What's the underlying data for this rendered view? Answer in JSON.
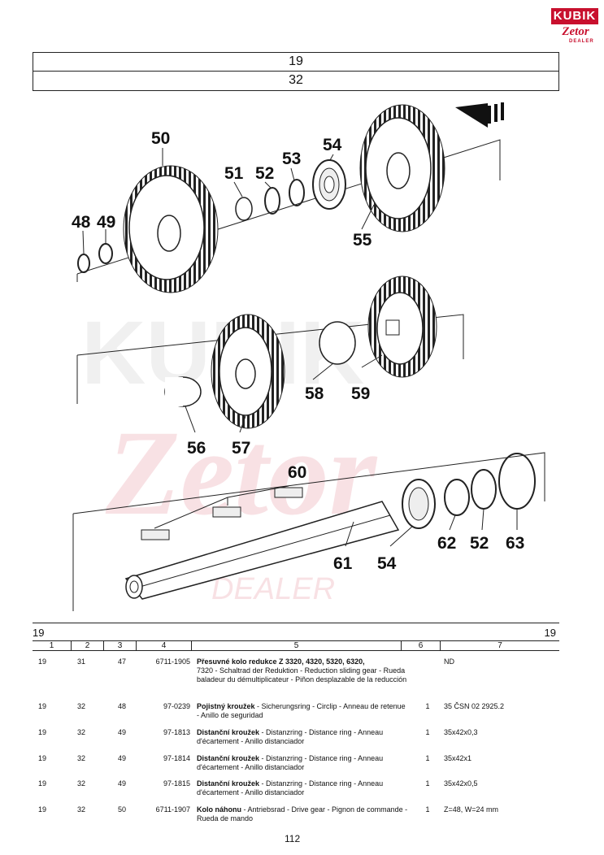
{
  "logo": {
    "brand": "KUBIK",
    "sub": "Zetor",
    "tag": "DEALER"
  },
  "header": {
    "group": "19",
    "subgroup": "32"
  },
  "callouts": [
    "50",
    "51",
    "52",
    "53",
    "54",
    "55",
    "48",
    "49",
    "56",
    "57",
    "58",
    "59",
    "60",
    "61",
    "54",
    "62",
    "52",
    "63"
  ],
  "watermark": {
    "text": "DEALER"
  },
  "table": {
    "group_left": "19",
    "group_right": "19",
    "columns": [
      "1",
      "2",
      "3",
      "4",
      "5",
      "6",
      "7"
    ],
    "rows": [
      {
        "c1": "19",
        "c2": "31",
        "c3": "47",
        "c4": "6711-1905",
        "name": "Přesuvné kolo redukce Z 3320, 4320, 5320, 6320,",
        "desc": "7320 - Schaltrad der Reduktion - Reduction sliding gear - Rueda baladeur du démultiplicateur - Piñon desplazable de la reducción",
        "qty": "",
        "note": "ND"
      },
      {
        "c1": "19",
        "c2": "32",
        "c3": "48",
        "c4": "97-0239",
        "name": "Pojistný kroužek",
        "desc": " - Sicherungsring - Circlip - Anneau de retenue - Anillo de seguridad",
        "qty": "1",
        "note": "35 ČSN 02 2925.2"
      },
      {
        "c1": "19",
        "c2": "32",
        "c3": "49",
        "c4": "97-1813",
        "name": "Distanční kroužek",
        "desc": " - Distanzring - Distance ring - Anneau d'écartement - Anillo distanciador",
        "qty": "1",
        "note": "35x42x0,3"
      },
      {
        "c1": "19",
        "c2": "32",
        "c3": "49",
        "c4": "97-1814",
        "name": "Distanční kroužek",
        "desc": " - Distanzring - Distance ring - Anneau d'écartement - Anillo distanciador",
        "qty": "1",
        "note": "35x42x1"
      },
      {
        "c1": "19",
        "c2": "32",
        "c3": "49",
        "c4": "97-1815",
        "name": "Distanční kroužek",
        "desc": " - Distanzring - Distance ring - Anneau d'écartement - Anillo distanciador",
        "qty": "1",
        "note": "35x42x0,5"
      },
      {
        "c1": "19",
        "c2": "32",
        "c3": "50",
        "c4": "6711-1907",
        "name": "Kolo náhonu",
        "desc": " - Antriebsrad - Drive gear - Pignon de commande - Rueda de mando",
        "qty": "1",
        "note": "Z=48, W=24 mm"
      }
    ]
  },
  "page_number": "112"
}
